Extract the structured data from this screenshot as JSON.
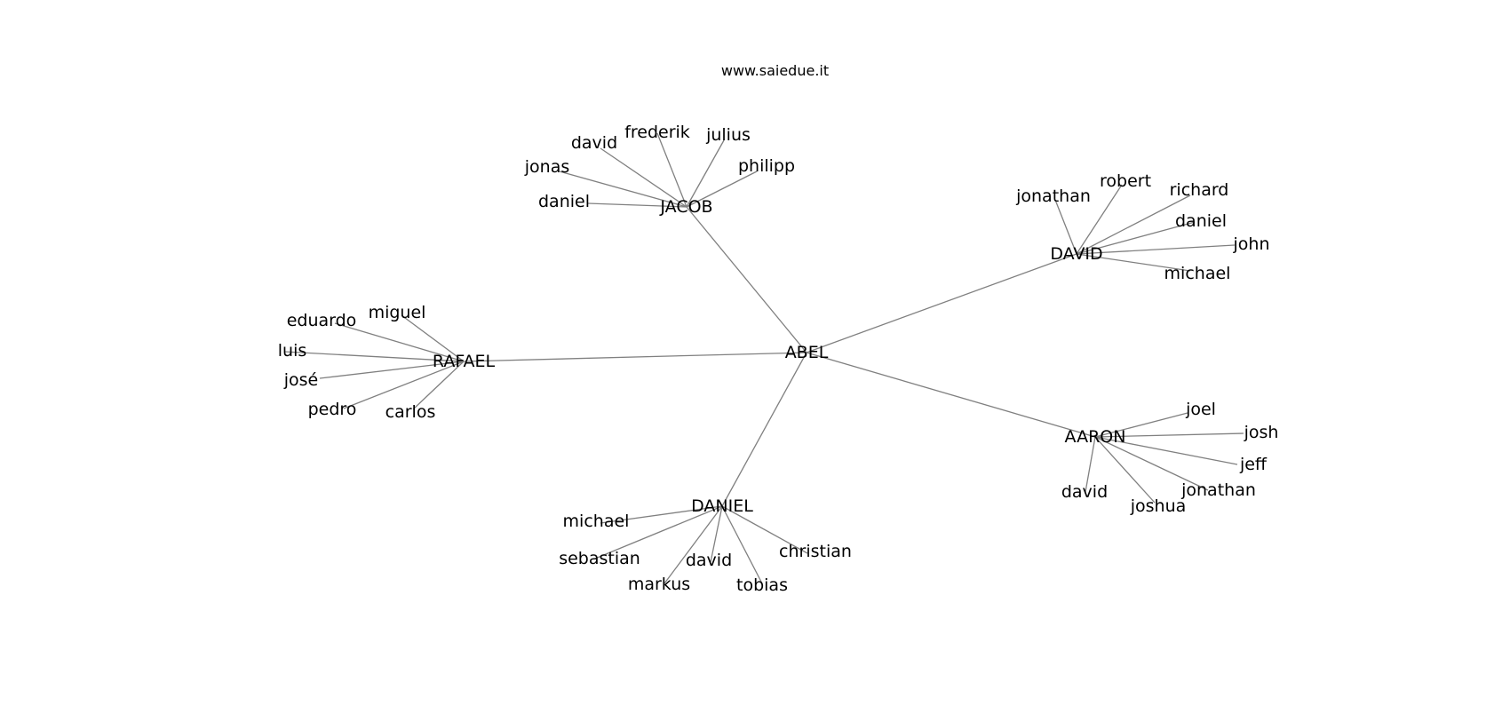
{
  "title": "www.saiedue.it",
  "diagram": {
    "root": "ABEL",
    "hubs": [
      {
        "id": "jacob",
        "label": "JACOB",
        "children": [
          "david",
          "frederik",
          "julius",
          "jonas",
          "philipp",
          "daniel"
        ]
      },
      {
        "id": "david",
        "label": "DAVID",
        "children": [
          "jonathan",
          "robert",
          "richard",
          "daniel",
          "john",
          "michael"
        ]
      },
      {
        "id": "rafael",
        "label": "RAFAEL",
        "children": [
          "eduardo",
          "miguel",
          "luis",
          "josé",
          "pedro",
          "carlos"
        ]
      },
      {
        "id": "aaron",
        "label": "AARON",
        "children": [
          "joel",
          "josh",
          "jeff",
          "jonathan",
          "david",
          "joshua"
        ]
      },
      {
        "id": "daniel",
        "label": "DANIEL",
        "children": [
          "michael",
          "sebastian",
          "markus",
          "david",
          "tobias",
          "christian"
        ]
      }
    ]
  }
}
